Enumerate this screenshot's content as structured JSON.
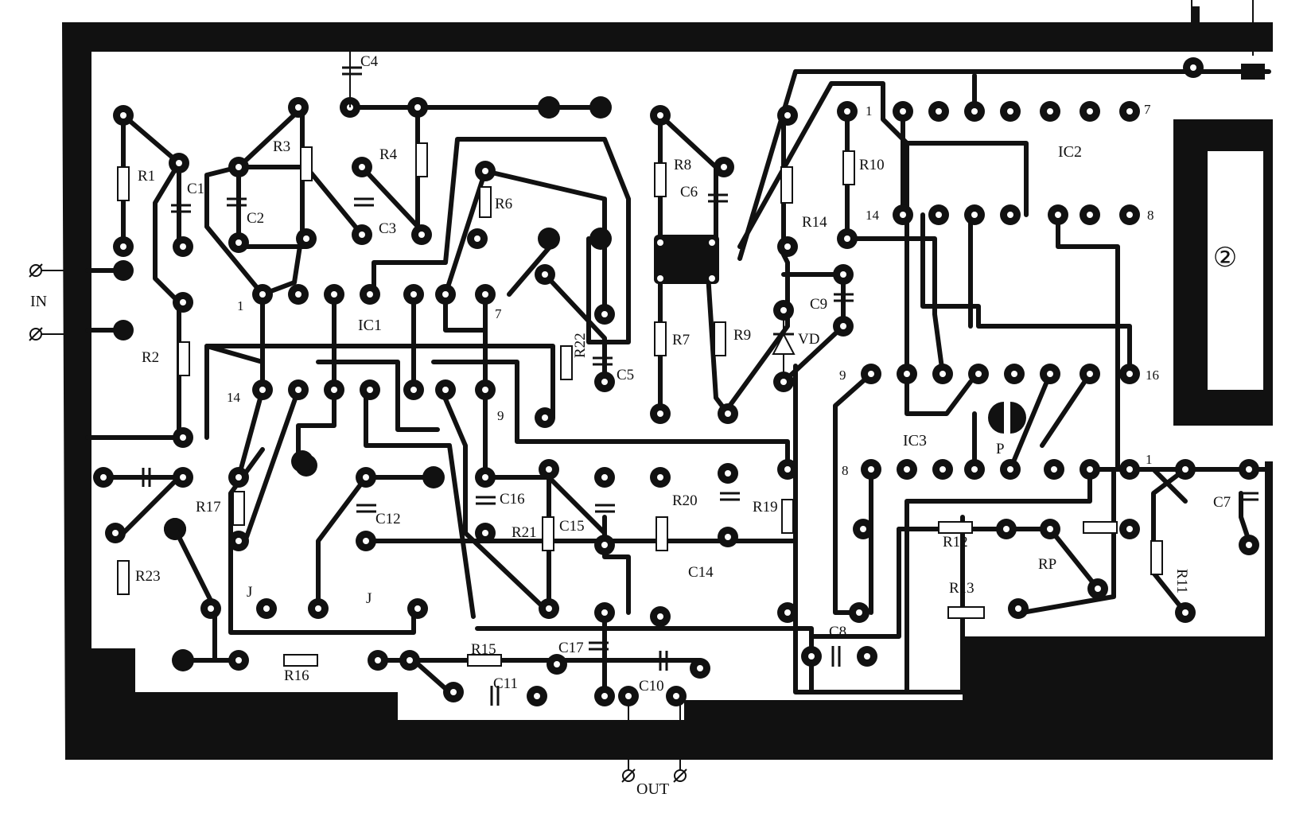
{
  "diagram": {
    "colors": {
      "ink": "#111111",
      "paper": "#ffffff"
    },
    "board_number": "②",
    "io_labels": {
      "input": "IN",
      "output": "OUT"
    },
    "ic_labels": [
      "IC1",
      "IC2",
      "IC3"
    ],
    "pin_numbers": [
      {
        "id": "ic1-1",
        "text": "1"
      },
      {
        "id": "ic1-7",
        "text": "7"
      },
      {
        "id": "ic1-14",
        "text": "14"
      },
      {
        "id": "ic1-9",
        "text": "9"
      },
      {
        "id": "ic2-1",
        "text": "1"
      },
      {
        "id": "ic2-7",
        "text": "7"
      },
      {
        "id": "ic2-14",
        "text": "14"
      },
      {
        "id": "ic2-8",
        "text": "8"
      },
      {
        "id": "ic3-9",
        "text": "9"
      },
      {
        "id": "ic3-16",
        "text": "16"
      },
      {
        "id": "ic3-8",
        "text": "8"
      },
      {
        "id": "ic3-1",
        "text": "1"
      }
    ],
    "resistors": [
      "R1",
      "R2",
      "R3",
      "R4",
      "R6",
      "R7",
      "R8",
      "R9",
      "R10",
      "R11",
      "R12",
      "R13",
      "R14",
      "R15",
      "R16",
      "R17",
      "R19",
      "R20",
      "R21",
      "R22",
      "R23"
    ],
    "capacitors": [
      "C1",
      "C2",
      "C3",
      "C4",
      "C5",
      "C6",
      "C7",
      "C8",
      "C9",
      "C10",
      "C11",
      "C12",
      "C14",
      "C15",
      "C16",
      "C17"
    ],
    "other_components": [
      "VD",
      "RP",
      "P",
      "J",
      "J"
    ]
  }
}
